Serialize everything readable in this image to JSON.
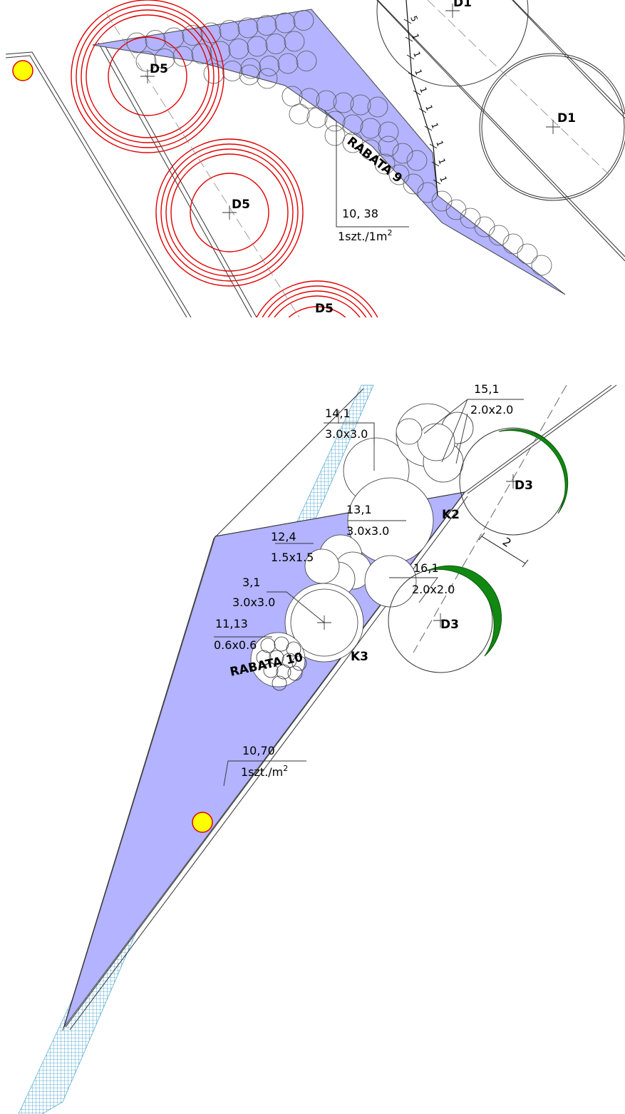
{
  "colors": {
    "bed_fill": "#b3b3ff",
    "red_rings": "#e00000",
    "green_tree": "#118811",
    "hedge": "#3399cc",
    "marker_fill": "#ffff00",
    "marker_stroke": "#e00000",
    "line": "#111111"
  },
  "icons": {
    "marker": "yellow-circle-marker",
    "tree_center": "crosshair-icon"
  },
  "top": {
    "trees": [
      {
        "code": "D5"
      },
      {
        "code": "D5"
      },
      {
        "code": "D5"
      },
      {
        "code": "D1"
      },
      {
        "code": "D1"
      }
    ],
    "bed": {
      "name": "RABATA 9",
      "spec_id": "10, 38",
      "density": "1szt./1m",
      "density_exp": "2"
    },
    "spacing": [
      "5",
      "1",
      "1",
      "1",
      "1",
      "1",
      "1",
      "1",
      "1",
      "1"
    ]
  },
  "bottom": {
    "trees": [
      {
        "code": "D3"
      },
      {
        "code": "D3"
      }
    ],
    "shrub_groups": [
      "K2",
      "K3"
    ],
    "bed": {
      "name": "RABATA 10",
      "spec_id": "10,70",
      "density": "1szt./m",
      "density_exp": "2"
    },
    "callouts": [
      {
        "id": "15,1",
        "size": "2.0x2.0"
      },
      {
        "id": "14,1",
        "size": "3.0x3.0"
      },
      {
        "id": "13,1",
        "size": "3.0x3.0"
      },
      {
        "id": "12,4",
        "size": "1.5x1.5"
      },
      {
        "id": "16,1",
        "size": "2.0x2.0"
      },
      {
        "id": "3,1",
        "size": "3.0x3.0"
      },
      {
        "id": "11,13",
        "size": "0.6x0.6"
      }
    ],
    "dimension": "2"
  }
}
